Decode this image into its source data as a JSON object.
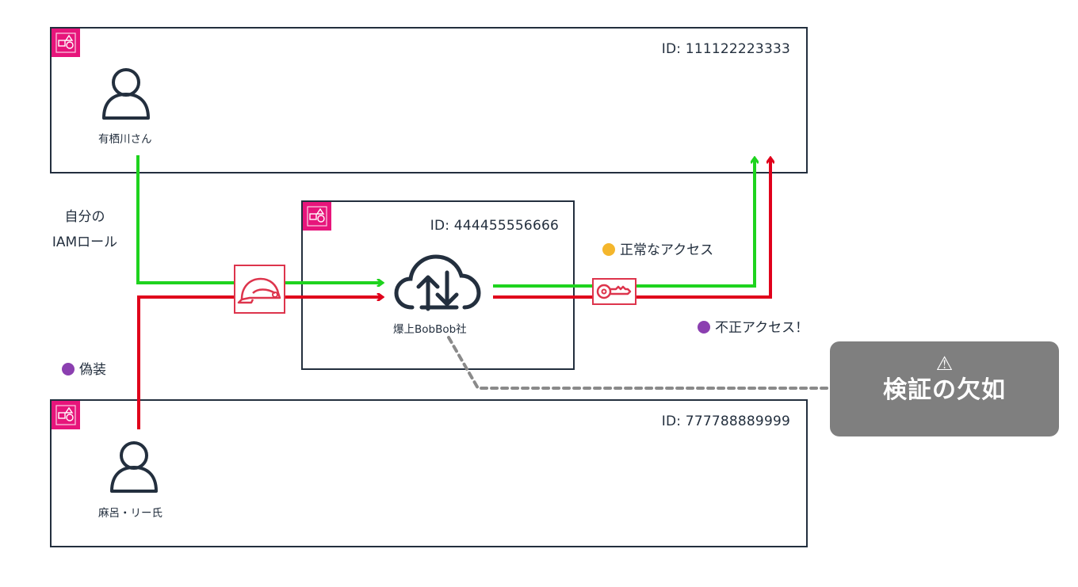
{
  "accounts": [
    {
      "id_label": "ID: 111122223333",
      "user": "有栖川さん",
      "icon": "account-icon",
      "user_icon": "user-icon"
    },
    {
      "id_label": "ID: 444455556666",
      "service": "爆上BobBob社",
      "icon": "account-icon",
      "service_icon": "cloud-upload-download-icon"
    },
    {
      "id_label": "ID: 777788889999",
      "user": "麻呂・リー氏",
      "icon": "account-icon",
      "user_icon": "user-icon"
    }
  ],
  "notes": {
    "own_role_line1": "自分の",
    "own_role_line2": "IAMロール",
    "disguise": "偽装",
    "normal_access": "正常なアクセス",
    "unauthorized_access": "不正アクセス！"
  },
  "icons": {
    "role": "iam-role-helmet-icon",
    "key": "access-key-icon",
    "disguise_emoji": "smiling-devil-emoji",
    "normal_emoji": "grinning-face-emoji",
    "unauthorized_emoji": "smiling-devil-emoji"
  },
  "callout": {
    "warning_symbol": "⚠",
    "title": "検証の欠如"
  },
  "colors": {
    "border": "#232f3e",
    "account_badge": "#e7157b",
    "legit_flow": "#1ed31e",
    "malicious_flow": "#e0001b",
    "iam_icon": "#dd344c",
    "callout_bg": "#7f7f7f",
    "dashed_connector": "#8a8a8a"
  }
}
